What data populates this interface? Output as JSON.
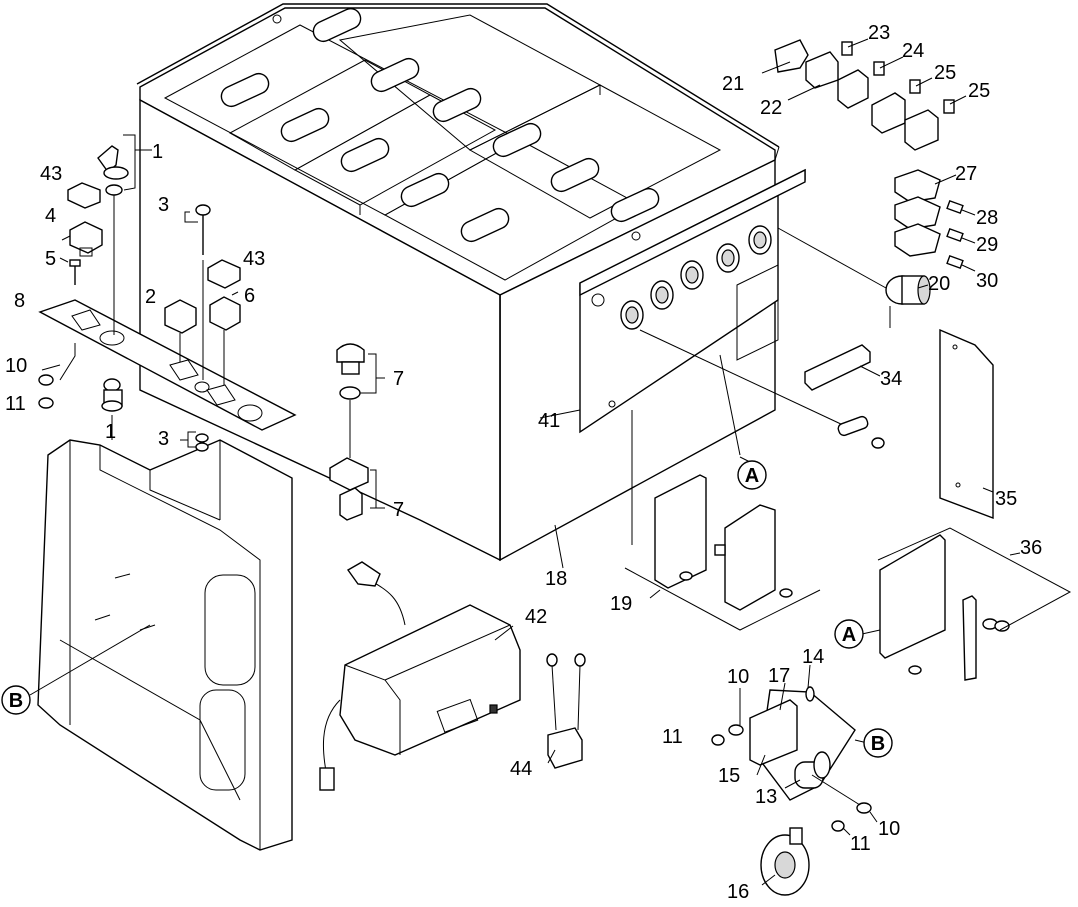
{
  "labels": {
    "l1a": "1",
    "l1b": "1",
    "l2": "2",
    "l3a": "3",
    "l3b": "3",
    "l4": "4",
    "l5": "5",
    "l6": "6",
    "l7a": "7",
    "l7b": "7",
    "l8": "8",
    "l10a": "10",
    "l10b": "10",
    "l10c": "10",
    "l11a": "11",
    "l11b": "11",
    "l11c": "11",
    "l13": "13",
    "l14": "14",
    "l15": "15",
    "l16": "16",
    "l17": "17",
    "l18": "18",
    "l19": "19",
    "l20": "20",
    "l21": "21",
    "l22": "22",
    "l23": "23",
    "l24": "24",
    "l25a": "25",
    "l25b": "25",
    "l27": "27",
    "l28": "28",
    "l29": "29",
    "l30": "30",
    "l34": "34",
    "l35": "35",
    "l36": "36",
    "l41": "41",
    "l42": "42",
    "l43a": "43",
    "l43b": "43",
    "l44": "44"
  },
  "callouts": {
    "a1": "A",
    "a2": "A",
    "b1": "B",
    "b2": "B"
  }
}
